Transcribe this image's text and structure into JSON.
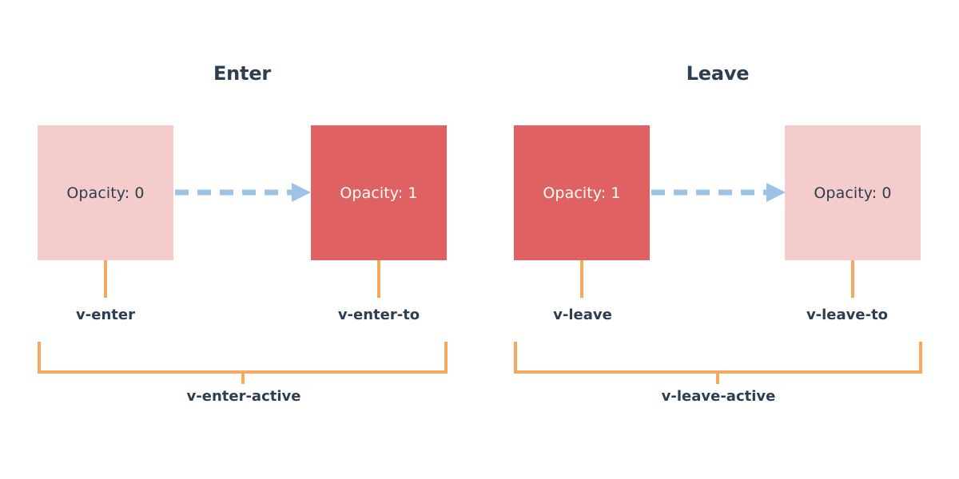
{
  "diagram": {
    "type": "transition-class-diagram",
    "background_color": "#ffffff",
    "colors": {
      "box_faded": "#f5cccc",
      "box_solid": "#e06161",
      "text_dark": "#2c3e50",
      "text_light": "#ffffff",
      "arrow": "#9cc3e5",
      "bracket": "#f7a85f"
    },
    "sections": [
      {
        "title": "Enter",
        "start_box": {
          "label": "Opacity: 0",
          "fill": "faded"
        },
        "end_box": {
          "label": "Opacity: 1",
          "fill": "solid"
        },
        "start_class": "v-enter",
        "end_class": "v-enter-to",
        "active_class": "v-enter-active",
        "arrow_style": "dashed-right"
      },
      {
        "title": "Leave",
        "start_box": {
          "label": "Opacity: 1",
          "fill": "solid"
        },
        "end_box": {
          "label": "Opacity: 0",
          "fill": "faded"
        },
        "start_class": "v-leave",
        "end_class": "v-leave-to",
        "active_class": "v-leave-active",
        "arrow_style": "dashed-right"
      }
    ]
  }
}
